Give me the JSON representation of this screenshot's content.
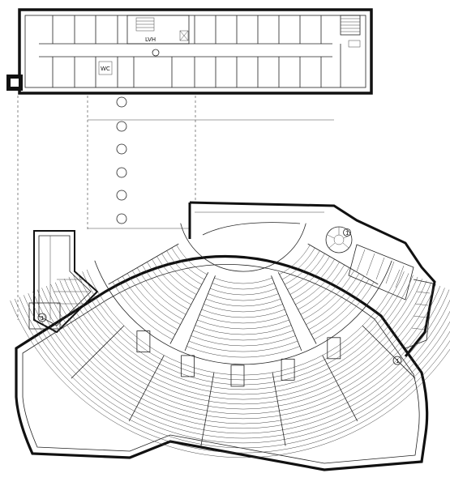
{
  "labels": {
    "circle_marks": [
      "1",
      "1",
      "1"
    ],
    "upper_room_label": "WC",
    "lift_label": "LVH"
  },
  "colors": {
    "ink": "#111111",
    "background": "#ffffff"
  },
  "icons": [
    "stair-icon",
    "section-marker-icon",
    "column-circle-icon"
  ]
}
